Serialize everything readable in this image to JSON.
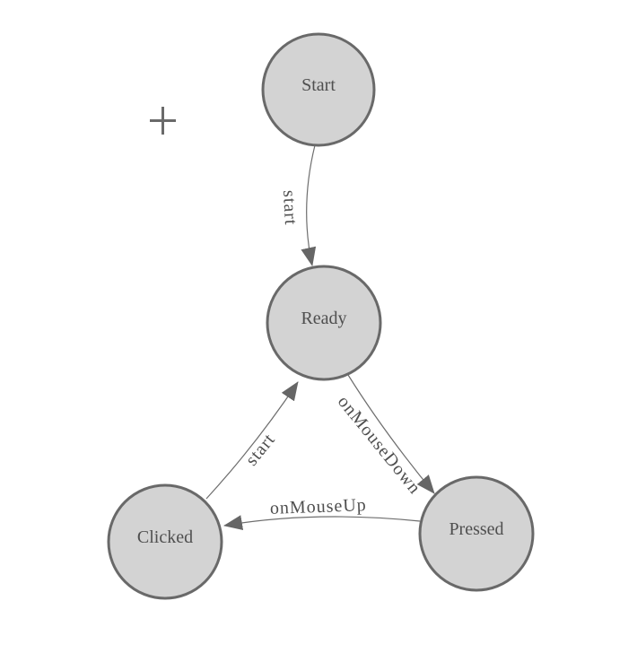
{
  "diagram": {
    "nodes": [
      {
        "label": "Start"
      },
      {
        "label": "Ready"
      },
      {
        "label": "Clicked"
      },
      {
        "label": "Pressed"
      }
    ],
    "edges": [
      {
        "label": "start",
        "from": "Start",
        "to": "Ready"
      },
      {
        "label": "onMouseDown",
        "from": "Ready",
        "to": "Pressed"
      },
      {
        "label": "onMouseUp",
        "from": "Pressed",
        "to": "Clicked"
      },
      {
        "label": "start",
        "from": "Clicked",
        "to": "Ready"
      }
    ],
    "colors": {
      "background": "#ffffff",
      "node_fill": "#d3d3d3",
      "node_stroke": "#696969",
      "edge_line": "#6e6e6e",
      "arrowhead": "#666666",
      "label_text": "#4f4f4f",
      "crosshair": "#6a6a6a"
    },
    "cursor": {
      "type": "crosshair-plus"
    }
  }
}
